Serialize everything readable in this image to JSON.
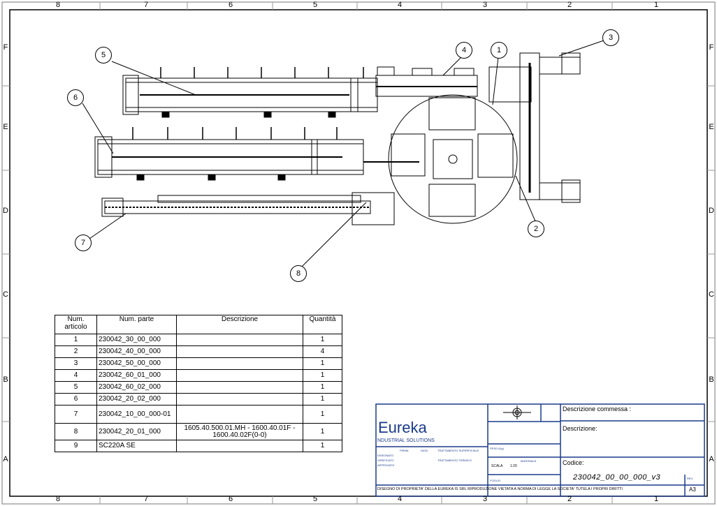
{
  "zones": {
    "columns": [
      "8",
      "7",
      "6",
      "5",
      "4",
      "3",
      "2",
      "1"
    ],
    "rows": [
      "F",
      "E",
      "D",
      "C",
      "B",
      "A"
    ]
  },
  "balloons": [
    "1",
    "2",
    "3",
    "4",
    "5",
    "6",
    "7",
    "8"
  ],
  "bom": {
    "headers": {
      "item": "Num.\narticolo",
      "part": "Num. parte",
      "desc": "Descrizione",
      "qty": "Quantità"
    },
    "rows": [
      {
        "item": "1",
        "part": "230042_30_00_000",
        "desc": "",
        "qty": "1"
      },
      {
        "item": "2",
        "part": "230042_40_00_000",
        "desc": "",
        "qty": "4"
      },
      {
        "item": "3",
        "part": "230042_50_00_000",
        "desc": "",
        "qty": "1"
      },
      {
        "item": "4",
        "part": "230042_60_01_000",
        "desc": "",
        "qty": "1"
      },
      {
        "item": "5",
        "part": "230042_60_02_000",
        "desc": "",
        "qty": "1"
      },
      {
        "item": "6",
        "part": "230042_20_02_000",
        "desc": "",
        "qty": "1"
      },
      {
        "item": "7",
        "part": "230042_10_00_000-01",
        "desc": "",
        "qty": "1"
      },
      {
        "item": "8",
        "part": "230042_20_01_000",
        "desc": "1605.40.500.01.MH - 1600.40.01F - 1600.40.02F(0-0)",
        "qty": "1"
      },
      {
        "item": "9",
        "part": "SC220A SE",
        "desc": "",
        "qty": "1"
      }
    ]
  },
  "title_block": {
    "logo_text": "Eureka",
    "logo_sub": "NDUSTRIAL SOLUTIONS",
    "commessa_label": "Descrizione commessa :",
    "descrizione_label": "Descrizione:",
    "codice_label": "Codice:",
    "codice_value": "230042_00_00_000_v3",
    "size": "A3",
    "scala_label": "SCALA",
    "scala_value": "1:20",
    "footer": "DISEGNO DI PROPRIETA' DELLA EUREKA IS SRL RIPRODUZIONE VIETATA A NORMA DI LEGGE LA SOCIETA' TUTELA I PROPRI DIRITTI",
    "small_labels": [
      "DISEGNATO",
      "VERIFICATO",
      "APPROVATO",
      "FIRMA",
      "DATA",
      "TRATTAMENTO SUPERFICIALE",
      "TRATTAMENTO TERMICO",
      "MATERIALE",
      "PESO (Kg)",
      "FOGLIO",
      "REV."
    ]
  }
}
